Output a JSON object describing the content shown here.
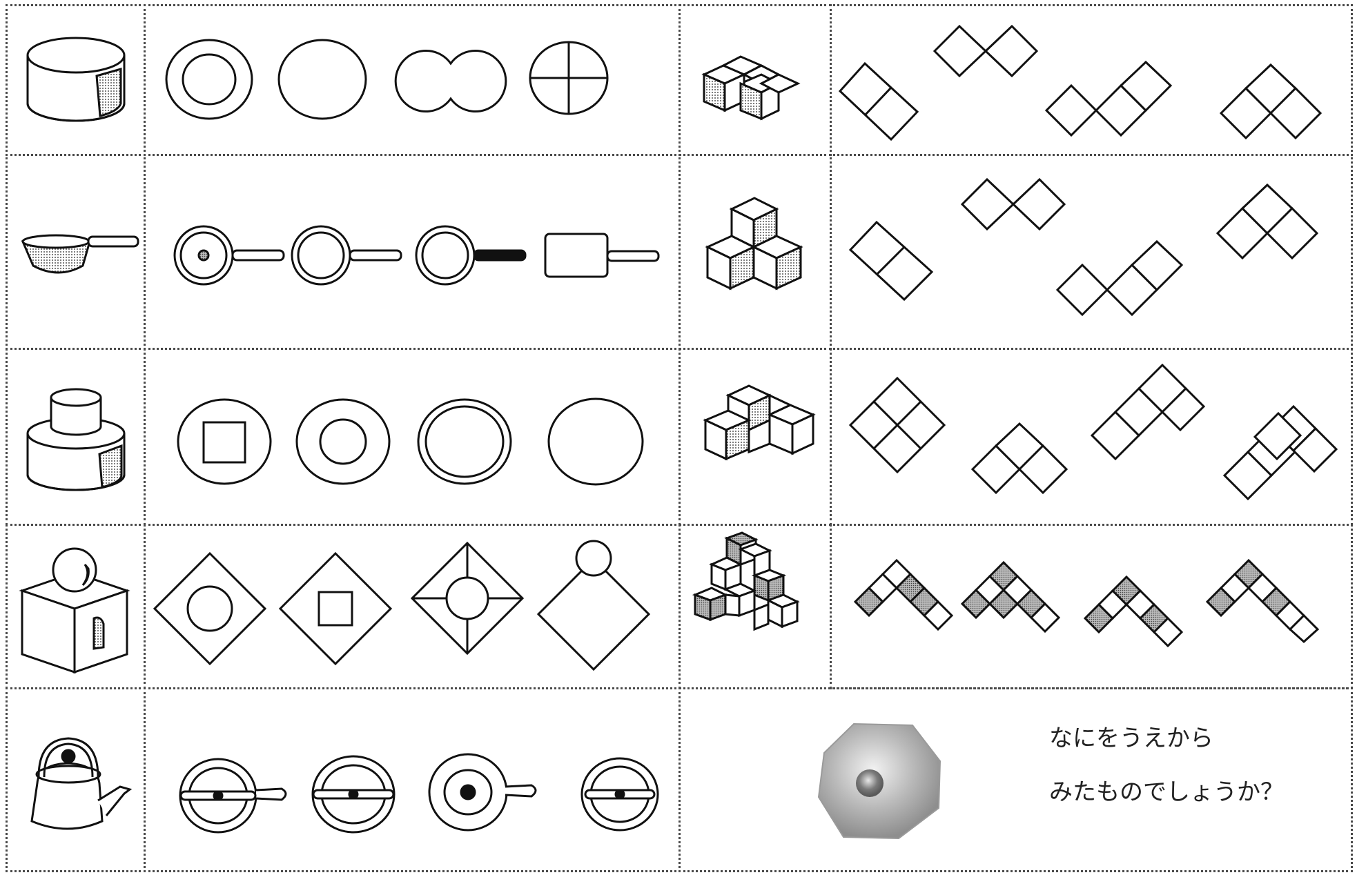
{
  "question": {
    "line1": "なにをうえから",
    "line2": "みたものでしょうか？"
  },
  "rows": [
    {
      "object": "cylinder-drum",
      "choices": [
        "ring-circle",
        "plain-circle",
        "double-lobe",
        "quartered-circle"
      ]
    },
    {
      "object": "saucepan",
      "choices": [
        "pan-dot-center",
        "pan-ring",
        "pan-dark-handle",
        "pan-square"
      ]
    },
    {
      "object": "stacked-cylinders",
      "choices": [
        "circle-square-inside",
        "circle-small-circle",
        "circle-double-ring",
        "plain-circle"
      ]
    },
    {
      "object": "cube-with-ball",
      "choices": [
        "diamond-circle",
        "diamond-square",
        "diamond-circle-spokes",
        "diamond-ball-outside"
      ]
    },
    {
      "object": "kettle",
      "choices": [
        "kettle-top-a",
        "kettle-top-b",
        "kettle-top-c",
        "kettle-top-d"
      ]
    }
  ],
  "block_rows": [
    {
      "object": "cube-stack-a",
      "choices": [
        "two-squares",
        "two-squares-offset",
        "zigzag-four",
        "t-shape"
      ]
    },
    {
      "object": "cube-pyramid",
      "choices": [
        "two-squares",
        "two-squares-offset",
        "zigzag-four",
        "t-shape"
      ]
    },
    {
      "object": "cube-stack-b",
      "choices": [
        "four-square",
        "l-shape",
        "t-tall",
        "stepped"
      ]
    },
    {
      "object": "cube-tower",
      "choices": [
        "v-pattern-a",
        "v-pattern-b",
        "v-pattern-c",
        "v-pattern-d"
      ]
    }
  ],
  "colors": {
    "line": "#111111",
    "dots": "#4a4a4a",
    "shade": "#b8b8b8",
    "dark_shade": "#8a8a8a"
  }
}
